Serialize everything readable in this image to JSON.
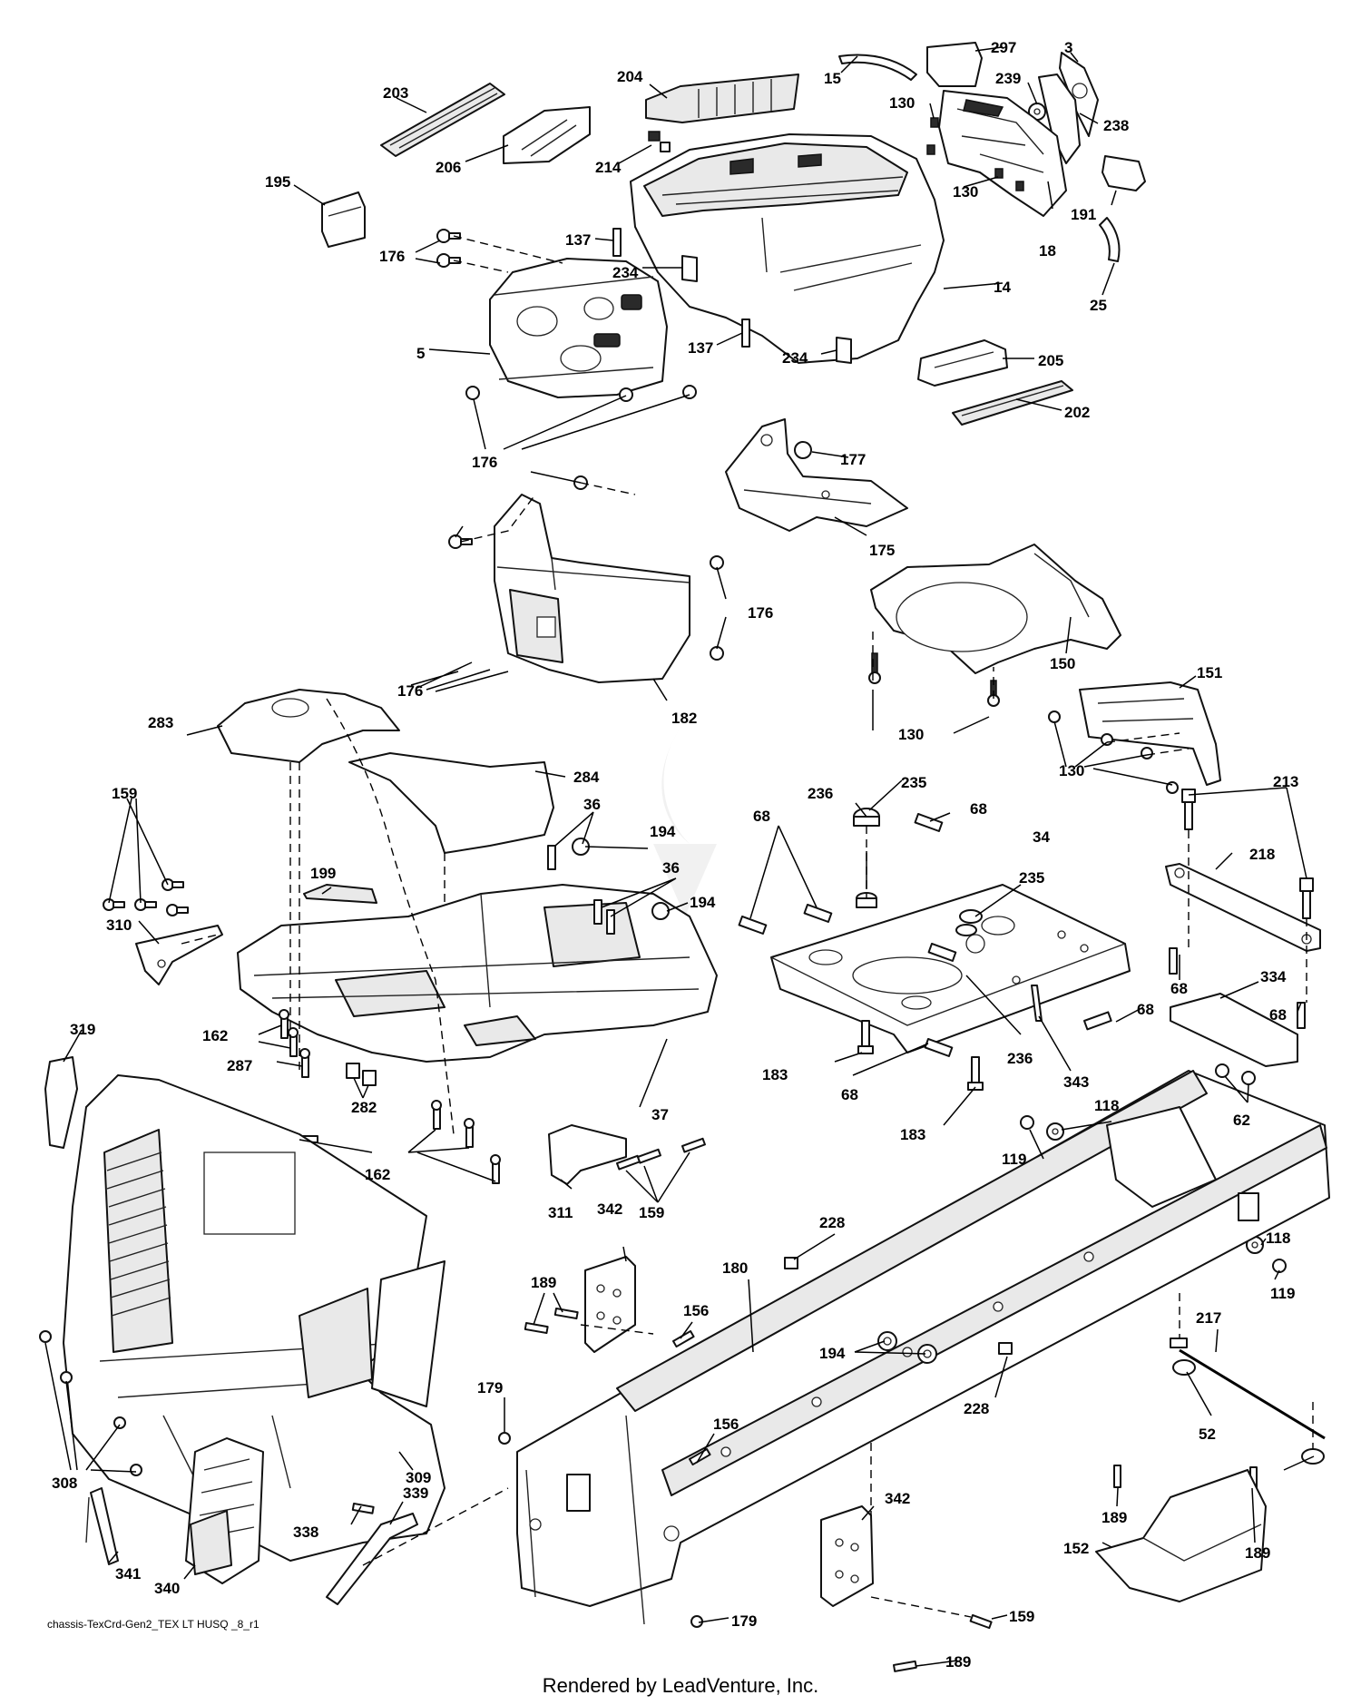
{
  "diagram": {
    "callouts": [
      {
        "id": "c203",
        "text": "203"
      },
      {
        "id": "c204",
        "text": "204"
      },
      {
        "id": "c15",
        "text": "15"
      },
      {
        "id": "c297",
        "text": "297"
      },
      {
        "id": "c3",
        "text": "3"
      },
      {
        "id": "c239",
        "text": "239"
      },
      {
        "id": "c130a",
        "text": "130"
      },
      {
        "id": "c238",
        "text": "238"
      },
      {
        "id": "c206",
        "text": "206"
      },
      {
        "id": "c214",
        "text": "214"
      },
      {
        "id": "c195",
        "text": "195"
      },
      {
        "id": "c130b",
        "text": "130"
      },
      {
        "id": "c191",
        "text": "191"
      },
      {
        "id": "c18",
        "text": "18"
      },
      {
        "id": "c137a",
        "text": "137"
      },
      {
        "id": "c234a",
        "text": "234"
      },
      {
        "id": "c176a",
        "text": "176"
      },
      {
        "id": "c14",
        "text": "14"
      },
      {
        "id": "c25",
        "text": "25"
      },
      {
        "id": "c5",
        "text": "5"
      },
      {
        "id": "c137b",
        "text": "137"
      },
      {
        "id": "c234b",
        "text": "234"
      },
      {
        "id": "c205",
        "text": "205"
      },
      {
        "id": "c202",
        "text": "202"
      },
      {
        "id": "c177",
        "text": "177"
      },
      {
        "id": "c176b",
        "text": "176"
      },
      {
        "id": "c175",
        "text": "175"
      },
      {
        "id": "c176c",
        "text": "176"
      },
      {
        "id": "c150",
        "text": "150"
      },
      {
        "id": "c176d",
        "text": "176"
      },
      {
        "id": "c151",
        "text": "151"
      },
      {
        "id": "c182",
        "text": "182"
      },
      {
        "id": "c283",
        "text": "283"
      },
      {
        "id": "c130c",
        "text": "130"
      },
      {
        "id": "c130d",
        "text": "130"
      },
      {
        "id": "c284",
        "text": "284"
      },
      {
        "id": "c213",
        "text": "213"
      },
      {
        "id": "c236a",
        "text": "236"
      },
      {
        "id": "c235a",
        "text": "235"
      },
      {
        "id": "c159a",
        "text": "159"
      },
      {
        "id": "c36a",
        "text": "36"
      },
      {
        "id": "c68a",
        "text": "68"
      },
      {
        "id": "c194a",
        "text": "194"
      },
      {
        "id": "c34",
        "text": "34"
      },
      {
        "id": "c68b",
        "text": "68"
      },
      {
        "id": "c218",
        "text": "218"
      },
      {
        "id": "c36b",
        "text": "36"
      },
      {
        "id": "c199",
        "text": "199"
      },
      {
        "id": "c235b",
        "text": "235"
      },
      {
        "id": "c194b",
        "text": "194"
      },
      {
        "id": "c310",
        "text": "310"
      },
      {
        "id": "c68c",
        "text": "68"
      },
      {
        "id": "c334",
        "text": "334"
      },
      {
        "id": "c68d",
        "text": "68"
      },
      {
        "id": "c319",
        "text": "319"
      },
      {
        "id": "c162a",
        "text": "162"
      },
      {
        "id": "c68e",
        "text": "68"
      },
      {
        "id": "c236b",
        "text": "236"
      },
      {
        "id": "c183a",
        "text": "183"
      },
      {
        "id": "c287",
        "text": "287"
      },
      {
        "id": "c68f",
        "text": "68"
      },
      {
        "id": "c343",
        "text": "343"
      },
      {
        "id": "c62",
        "text": "62"
      },
      {
        "id": "c282",
        "text": "282"
      },
      {
        "id": "c37",
        "text": "37"
      },
      {
        "id": "c183b",
        "text": "183"
      },
      {
        "id": "c118a",
        "text": "118"
      },
      {
        "id": "c119a",
        "text": "119"
      },
      {
        "id": "c162b",
        "text": "162"
      },
      {
        "id": "c311",
        "text": "311"
      },
      {
        "id": "c342a",
        "text": "342"
      },
      {
        "id": "c159b",
        "text": "159"
      },
      {
        "id": "c228a",
        "text": "228"
      },
      {
        "id": "c118b",
        "text": "118"
      },
      {
        "id": "c180",
        "text": "180"
      },
      {
        "id": "c189a",
        "text": "189"
      },
      {
        "id": "c119b",
        "text": "119"
      },
      {
        "id": "c156a",
        "text": "156"
      },
      {
        "id": "c217",
        "text": "217"
      },
      {
        "id": "c194c",
        "text": "194"
      },
      {
        "id": "c179a",
        "text": "179"
      },
      {
        "id": "c52",
        "text": "52"
      },
      {
        "id": "c228b",
        "text": "228"
      },
      {
        "id": "c156b",
        "text": "156"
      },
      {
        "id": "c309",
        "text": "309"
      },
      {
        "id": "c189b",
        "text": "189"
      },
      {
        "id": "c308",
        "text": "308"
      },
      {
        "id": "c339",
        "text": "339"
      },
      {
        "id": "c342b",
        "text": "342"
      },
      {
        "id": "c338",
        "text": "338"
      },
      {
        "id": "c152",
        "text": "152"
      },
      {
        "id": "c189c",
        "text": "189"
      },
      {
        "id": "c341",
        "text": "341"
      },
      {
        "id": "c340",
        "text": "340"
      },
      {
        "id": "c179b",
        "text": "179"
      },
      {
        "id": "c159c",
        "text": "159"
      },
      {
        "id": "c189d",
        "text": "189"
      }
    ]
  },
  "footer": {
    "drawing_code": "chassis-TexCrd-Gen2_TEX LT HUSQ _8_r1",
    "rendered_by": "Rendered by LeadVenture, Inc."
  }
}
